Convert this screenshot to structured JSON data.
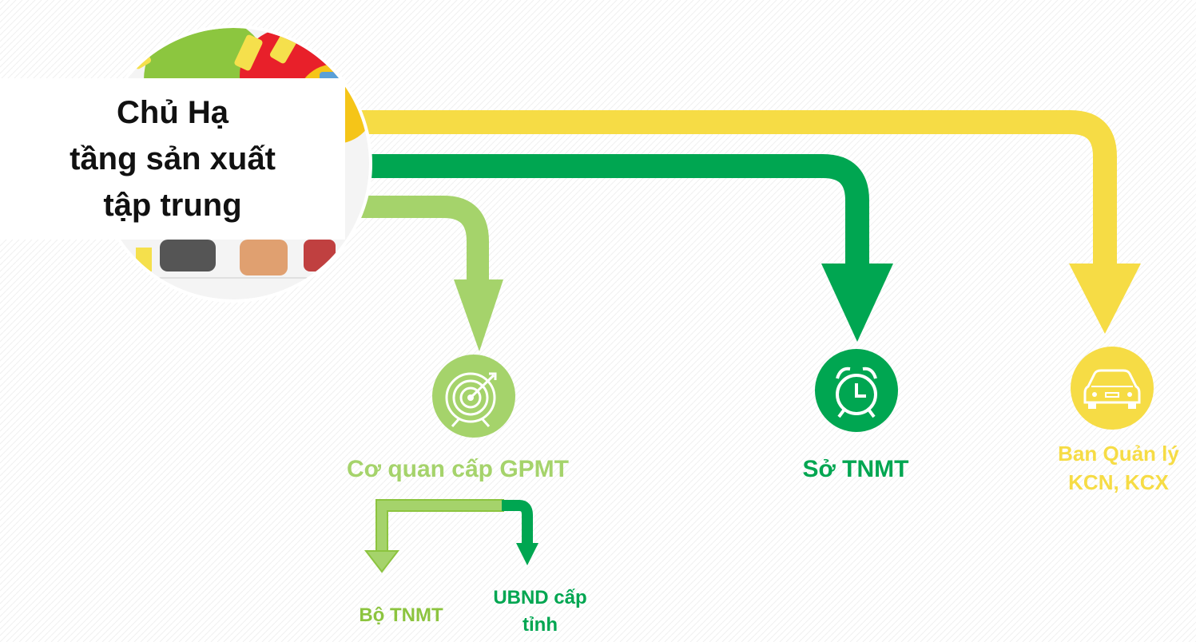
{
  "source": {
    "title_lines": [
      "Chủ Hạ",
      "tầng sản xuất",
      "tập trung"
    ]
  },
  "targets": {
    "gpmt": {
      "label": "Cơ quan cấp GPMT",
      "icon": "target-icon",
      "color": "#a5d36b"
    },
    "so_tnmt": {
      "label": "Sở TNMT",
      "icon": "alarm-clock-icon",
      "color": "#00a651"
    },
    "ban_quan_ly": {
      "label_lines": [
        "Ban Quản lý",
        "KCN, KCX"
      ],
      "icon": "car-icon",
      "color": "#f6dc45"
    }
  },
  "sub_targets": {
    "bo_tnmt": {
      "label": "Bộ TNMT",
      "color": "#8cc43f"
    },
    "ubnd": {
      "label_lines": [
        "UBND cấp",
        "tỉnh"
      ],
      "color": "#00a651"
    }
  }
}
